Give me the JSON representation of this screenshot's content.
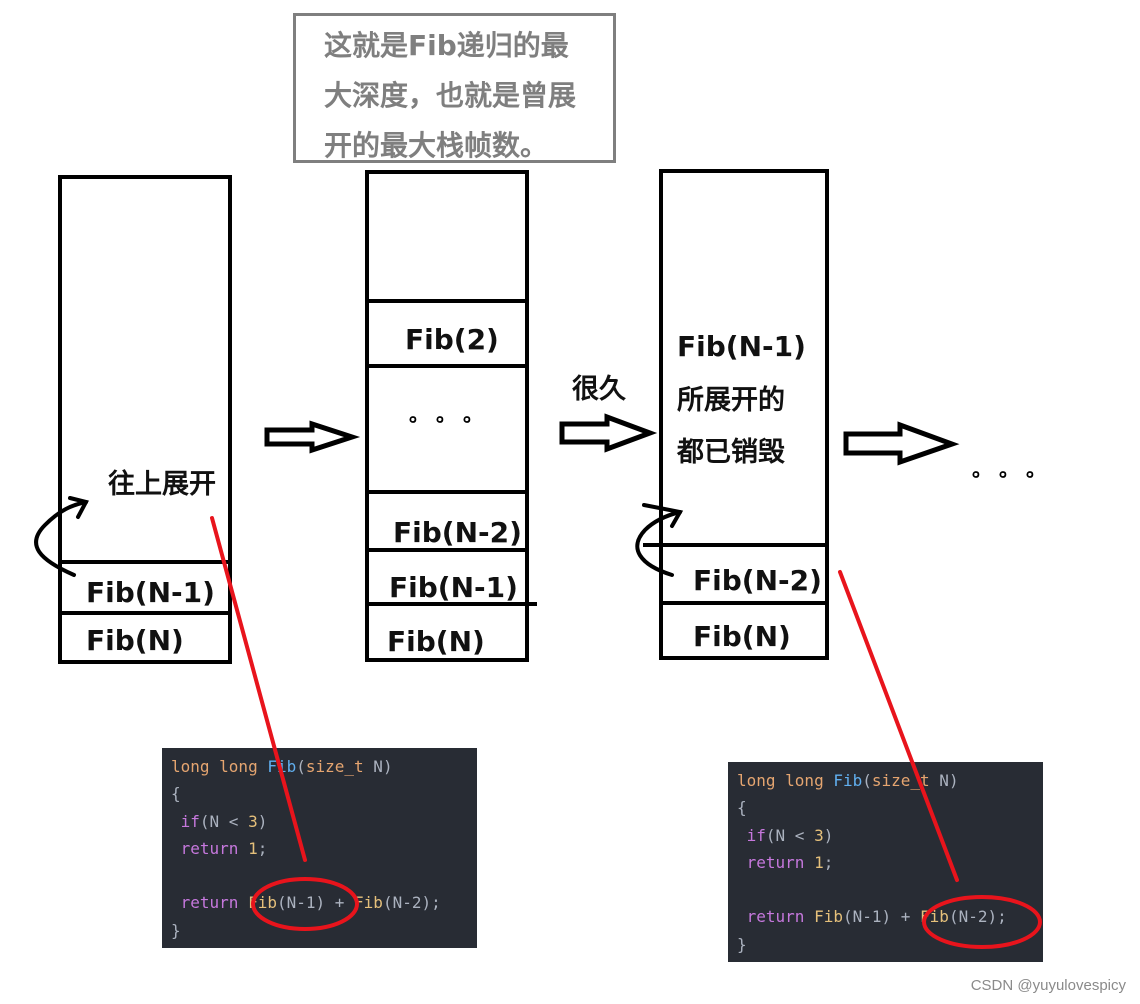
{
  "note": {
    "lines": [
      "这就是Fib递归的最",
      "大深度，也就是曾展",
      "开的最大栈帧数。"
    ],
    "border_color": "#7f7f7f"
  },
  "stacks": [
    {
      "id": "stack-1",
      "annotation": "往上展开",
      "frames": [
        "Fib(N-1)",
        "Fib(N)"
      ]
    },
    {
      "id": "stack-2",
      "frames": [
        "Fib(2)",
        "。。。",
        "Fib(N-2)",
        "Fib(N-1)",
        "Fib(N)"
      ]
    },
    {
      "id": "stack-3",
      "annotation_lines": [
        "Fib(N-1)",
        "所展开的",
        "都已销毁"
      ],
      "frames": [
        "Fib(N-2)",
        "Fib(N)"
      ]
    }
  ],
  "arrows": {
    "arrow_2_label": "很久",
    "trailing": "。。。"
  },
  "code_left": {
    "highlight": "Fib(N-1)",
    "lines": [
      [
        {
          "t": "long long ",
          "c": "kw-type"
        },
        {
          "t": "Fib",
          "c": "kw-fn"
        },
        {
          "t": "(",
          "c": "punc"
        },
        {
          "t": "size_t",
          "c": "kw-type"
        },
        {
          "t": " N)",
          "c": "punc"
        }
      ],
      [
        {
          "t": "{",
          "c": "punc"
        }
      ],
      [
        {
          "t": " if",
          "c": "kw-ctl"
        },
        {
          "t": "(N < ",
          "c": "punc"
        },
        {
          "t": "3",
          "c": "num"
        },
        {
          "t": ")",
          "c": "punc"
        }
      ],
      [
        {
          "t": " return ",
          "c": "kw-ctl"
        },
        {
          "t": "1",
          "c": "num"
        },
        {
          "t": ";",
          "c": "punc"
        }
      ],
      [
        {
          "t": " ",
          "c": "punc"
        }
      ],
      [
        {
          "t": " return ",
          "c": "kw-ctl"
        },
        {
          "t": "Fib",
          "c": "call"
        },
        {
          "t": "(N-1) + ",
          "c": "punc"
        },
        {
          "t": "Fib",
          "c": "call"
        },
        {
          "t": "(N-2);",
          "c": "punc"
        }
      ],
      [
        {
          "t": "}",
          "c": "punc"
        }
      ]
    ]
  },
  "code_right": {
    "highlight": "Fib(N-2)",
    "lines": [
      [
        {
          "t": "long long ",
          "c": "kw-type"
        },
        {
          "t": "Fib",
          "c": "kw-fn"
        },
        {
          "t": "(",
          "c": "punc"
        },
        {
          "t": "size_t",
          "c": "kw-type"
        },
        {
          "t": " N)",
          "c": "punc"
        }
      ],
      [
        {
          "t": "{",
          "c": "punc"
        }
      ],
      [
        {
          "t": " if",
          "c": "kw-ctl"
        },
        {
          "t": "(N < ",
          "c": "punc"
        },
        {
          "t": "3",
          "c": "num"
        },
        {
          "t": ")",
          "c": "punc"
        }
      ],
      [
        {
          "t": " return ",
          "c": "kw-ctl"
        },
        {
          "t": "1",
          "c": "num"
        },
        {
          "t": ";",
          "c": "punc"
        }
      ],
      [
        {
          "t": " ",
          "c": "punc"
        }
      ],
      [
        {
          "t": " return ",
          "c": "kw-ctl"
        },
        {
          "t": "Fib",
          "c": "call"
        },
        {
          "t": "(N-1) + ",
          "c": "punc"
        },
        {
          "t": "Fib",
          "c": "call"
        },
        {
          "t": "(N-2);",
          "c": "punc"
        }
      ],
      [
        {
          "t": "}",
          "c": "punc"
        }
      ]
    ]
  },
  "colors": {
    "highlight_red": "#e8141c",
    "code_bg": "#282c34"
  },
  "watermark": "CSDN @yuyulovespicy"
}
